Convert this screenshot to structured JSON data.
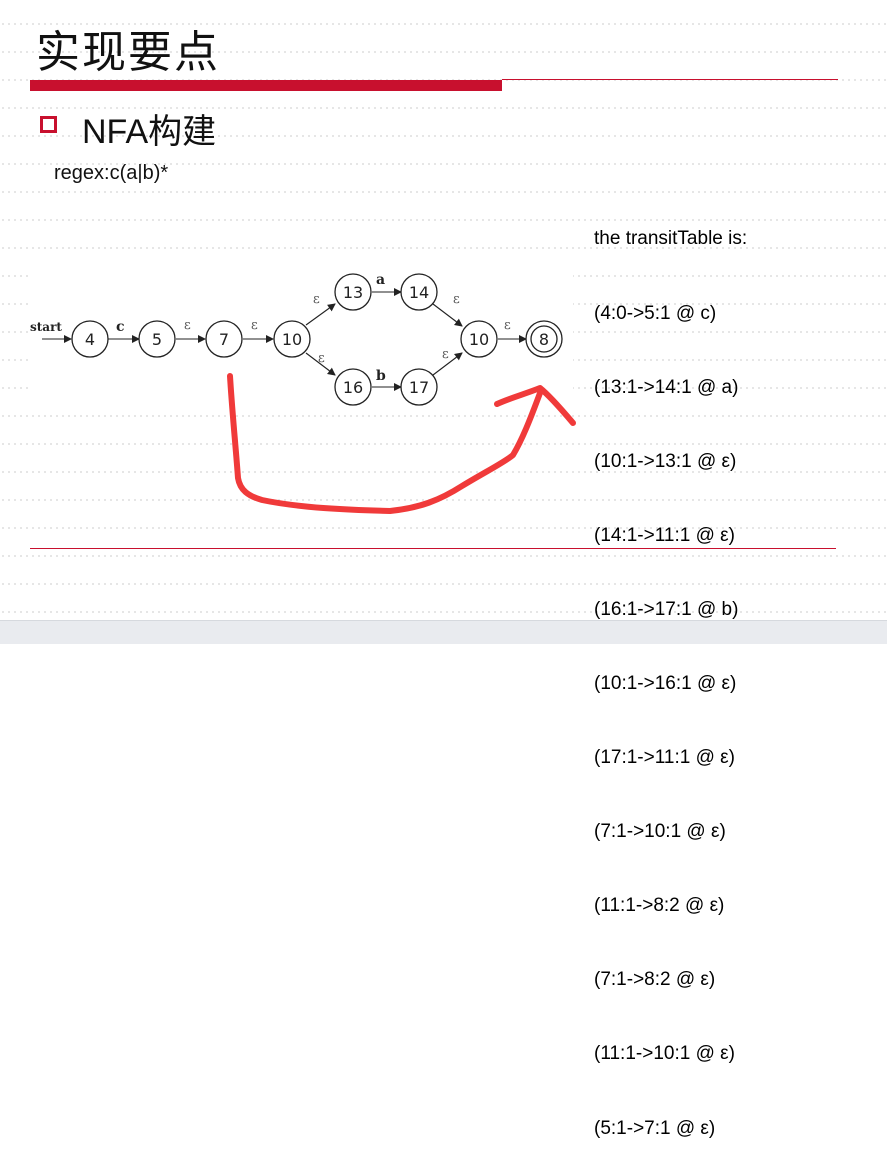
{
  "slide": {
    "title": "实现要点",
    "bullet": "NFA构建",
    "regex": "regex:c(a|b)*"
  },
  "transit_table": {
    "header": "the transitTable is:",
    "rows": [
      "(4:0->5:1 @ c)",
      "(13:1->14:1 @ a)",
      "(10:1->13:1 @ ε)",
      "(14:1->11:1 @ ε)",
      "(16:1->17:1 @ b)",
      "(10:1->16:1 @ ε)",
      "(17:1->11:1 @ ε)",
      "(7:1->10:1 @ ε)",
      "(11:1->8:2 @ ε)",
      "(7:1->8:2 @ ε)",
      "(11:1->10:1 @ ε)",
      "(5:1->7:1 @ ε)"
    ]
  },
  "nfa": {
    "start_label": "start",
    "nodes": [
      "4",
      "5",
      "7",
      "10",
      "13",
      "14",
      "16",
      "17",
      "10",
      "8"
    ],
    "edge_labels": {
      "c": "c",
      "eps": "ε",
      "a": "a",
      "b": "b"
    }
  },
  "colors": {
    "accent": "#c8102e",
    "annotation": "#f03a3a"
  }
}
